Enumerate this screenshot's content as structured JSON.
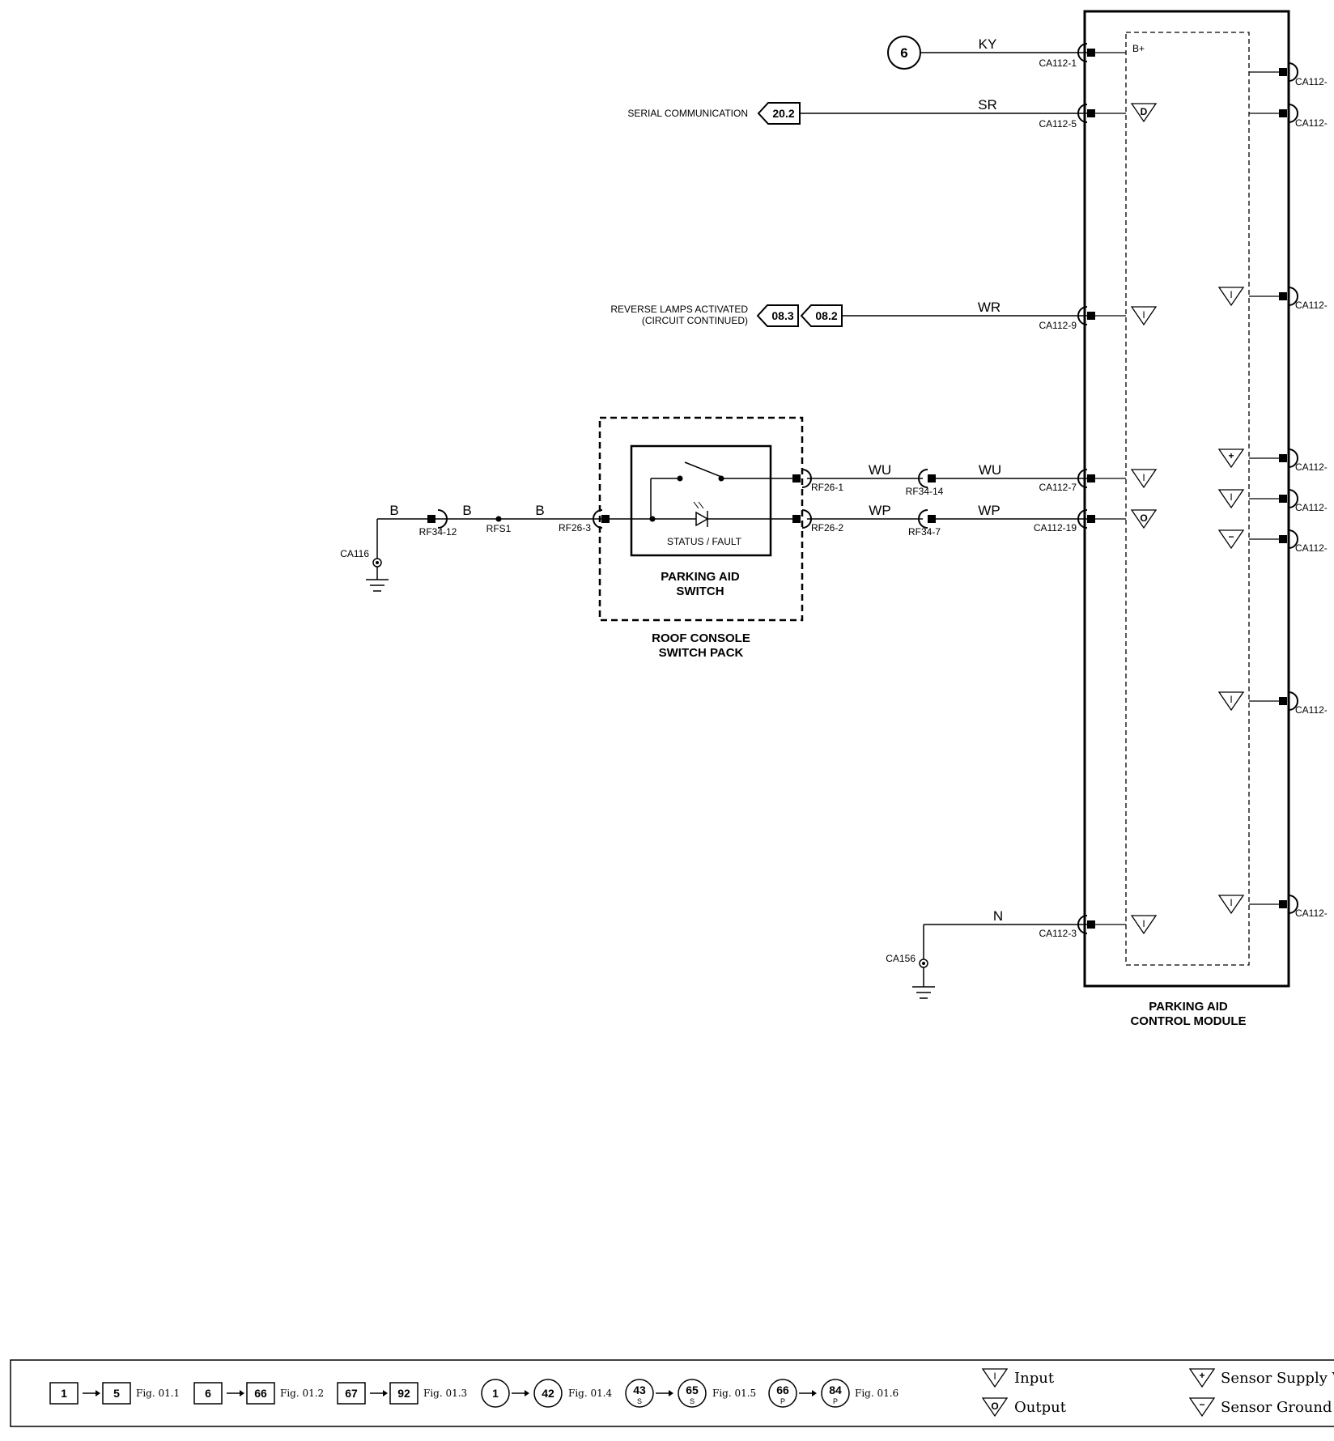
{
  "module": {
    "title_line1": "PARKING AID",
    "title_line2": "CONTROL MODULE",
    "supply_label": "B+"
  },
  "left_pins": [
    {
      "code": "KY",
      "connector": "CA112-1"
    },
    {
      "code": "SR",
      "connector": "CA112-5"
    },
    {
      "code": "WR",
      "connector": "CA112-9"
    },
    {
      "code": "WU",
      "connector": "CA112-7"
    },
    {
      "code": "WP",
      "connector": "CA112-19"
    },
    {
      "code": "N",
      "connector": "CA112-3"
    }
  ],
  "right_pins": [
    "CA112-",
    "CA112-",
    "CA112-",
    "CA112-",
    "CA112-",
    "CA112-",
    "CA112-",
    "CA112-"
  ],
  "io_symbols": {
    "input": "I",
    "output": "O",
    "data": "D",
    "supply": "+",
    "ground": "−"
  },
  "signals": {
    "ky_circle": "6",
    "serial_label": "SERIAL COMMUNICATION",
    "serial_ref": "20.2",
    "reverse_label_1": "REVERSE LAMPS ACTIVATED",
    "reverse_label_2": "(CIRCUIT CONTINUED)",
    "reverse_ref_1": "08.3",
    "reverse_ref_2": "08.2"
  },
  "switch_pack": {
    "title_line1": "ROOF CONSOLE",
    "title_line2": "SWITCH PACK",
    "switch_line1": "PARKING AID",
    "switch_line2": "SWITCH",
    "status_label": "STATUS / FAULT",
    "pins": [
      "RF26-1",
      "RF26-2",
      "RF26-3"
    ]
  },
  "inline_connectors": {
    "rf34_14": "RF34-14",
    "rf34_7": "RF34-7",
    "rf34_12": "RF34-12",
    "splice": "RFS1"
  },
  "wires": {
    "wu": "WU",
    "wp": "WP",
    "b": "B"
  },
  "grounds": {
    "ca116": "CA116",
    "ca156": "CA156"
  },
  "legend": {
    "ranges": [
      {
        "from": "1",
        "to": "5",
        "fig": "Fig. 01.1"
      },
      {
        "from": "6",
        "to": "66",
        "fig": "Fig. 01.2"
      },
      {
        "from": "67",
        "to": "92",
        "fig": "Fig. 01.3"
      },
      {
        "from": "1",
        "to": "42",
        "fig": "Fig. 01.4"
      },
      {
        "from": "43",
        "to": "65",
        "sub": "S",
        "fig": "Fig. 01.5"
      },
      {
        "from": "66",
        "to": "84",
        "sub": "P",
        "fig": "Fig. 01.6"
      }
    ],
    "input_label": "Input",
    "output_label": "Output",
    "supply_label": "Sensor Supply V",
    "ground_label": "Sensor Ground"
  }
}
